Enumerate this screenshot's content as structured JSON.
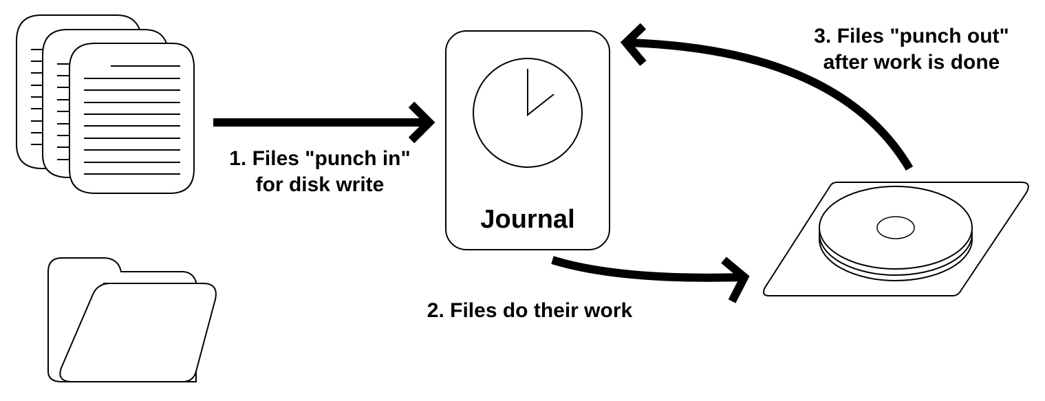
{
  "journal": {
    "label": "Journal"
  },
  "steps": [
    {
      "line1": "1. Files \"punch in\"",
      "line2": "for disk write"
    },
    {
      "line1": "2. Files do their work"
    },
    {
      "line1": "3. Files \"punch out\"",
      "line2": "after work is done"
    }
  ],
  "colors": {
    "stroke": "#000000",
    "fill": "#ffffff"
  }
}
